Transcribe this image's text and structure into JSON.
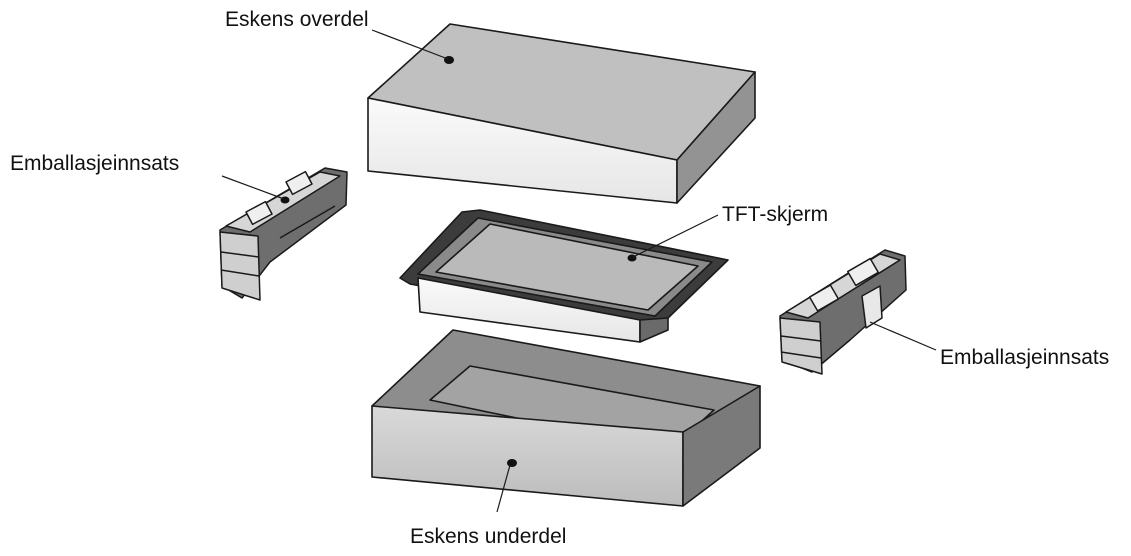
{
  "labels": {
    "box_lid": "Eskens overdel",
    "insert_left": "Emballasjeinnsats",
    "tft_screen": "TFT-skjerm",
    "insert_right": "Emballasjeinnsats",
    "box_bottom": "Eskens underdel"
  },
  "colors": {
    "outline": "#1a1a1a",
    "lid_top": "#bdbdbd",
    "lid_front": "#f7f7f7",
    "lid_side": "#8e8e8e",
    "screen_face": "#b9b9b9",
    "frame": "#3a3a3a",
    "bottom_inner": "#8a8a8a",
    "bottom_front": "#cfcfcf"
  }
}
